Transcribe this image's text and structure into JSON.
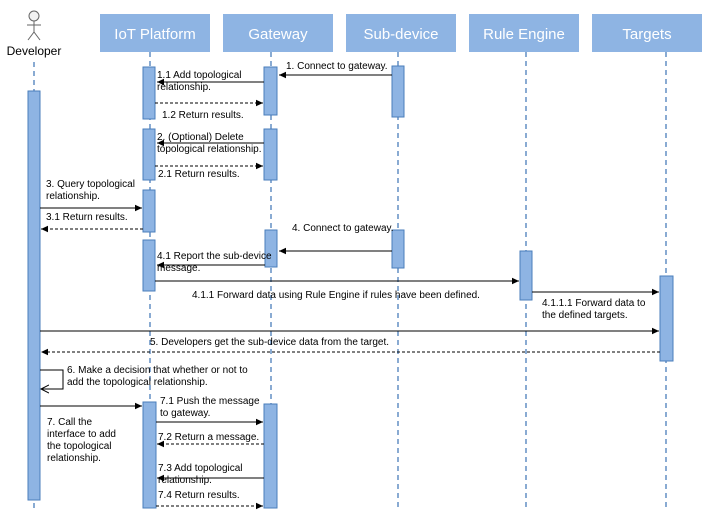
{
  "actors": {
    "developer": "Developer",
    "iot_platform": "IoT Platform",
    "gateway": "Gateway",
    "sub_device": "Sub-device",
    "rule_engine": "Rule Engine",
    "targets": "Targets"
  },
  "messages": {
    "m1": [
      "1. Connect to gateway."
    ],
    "m1_1": [
      "1.1 Add topological",
      "relationship."
    ],
    "m1_2": [
      "1.2 Return results."
    ],
    "m2": [
      "2. (Optional) Delete",
      "topological relationship."
    ],
    "m2_1": [
      "2.1 Return results."
    ],
    "m3": [
      "3. Query topological",
      "relationship."
    ],
    "m3_1": [
      "3.1 Return results."
    ],
    "m4": [
      "4. Connect to gateway."
    ],
    "m4_1": [
      "4.1 Report the sub-device",
      "message."
    ],
    "m4_1_1": [
      "4.1.1 Forward data using Rule Engine if rules have been defined."
    ],
    "m4_1_1_1": [
      "4.1.1.1 Forward data to",
      "the defined targets."
    ],
    "m5": [
      "5. Developers get the sub-device data from the target."
    ],
    "m6": [
      "6. Make a decision that whether or not to",
      "add the topological relationship."
    ],
    "m7": [
      "7. Call  the",
      "interface to add",
      "the topological",
      "relationship."
    ],
    "m7_1": [
      "7.1 Push the message",
      "to gateway."
    ],
    "m7_2": [
      "7.2 Return a message."
    ],
    "m7_3": [
      "7.3 Add topological",
      "relationship."
    ],
    "m7_4": [
      "7.4 Return results."
    ]
  },
  "colors": {
    "header": "#8eb4e3",
    "lifeline": "#4a7ebb",
    "activation_fill": "#8eb4e3",
    "activation_stroke": "#4a7ebb",
    "arrow": "#000000"
  }
}
